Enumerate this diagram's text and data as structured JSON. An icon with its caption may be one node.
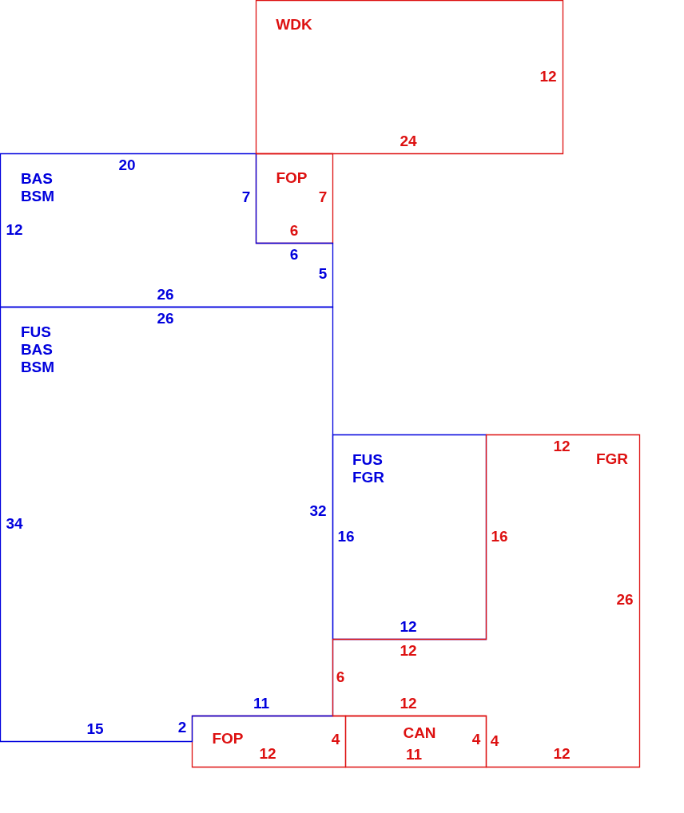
{
  "diagram": {
    "nodes": [
      {
        "text": [
          "WDK",
          "12",
          "24"
        ]
      },
      {
        "text": [
          "BAS BSM",
          "20",
          "7",
          "12",
          "6",
          "5",
          "26"
        ]
      },
      {
        "text": [
          "FOP",
          "7",
          "6"
        ]
      },
      {
        "text": [
          "FUS BAS BSM",
          "26",
          "34",
          "32",
          "11",
          "15",
          "2"
        ]
      },
      {
        "text": [
          "FUS FGR",
          "16",
          "12"
        ]
      },
      {
        "text": [
          "FGR",
          "12",
          "16",
          "26",
          "12",
          "6",
          "12",
          "4",
          "12"
        ]
      },
      {
        "text": [
          "FOP",
          "4",
          "12"
        ]
      },
      {
        "text": [
          "CAN",
          "4",
          "11"
        ]
      }
    ]
  }
}
